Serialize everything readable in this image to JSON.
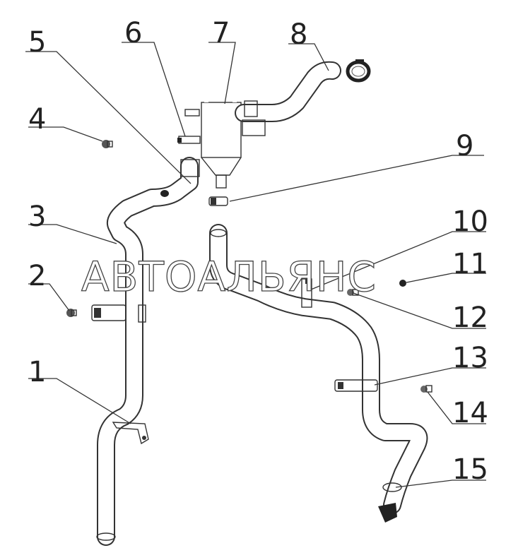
{
  "diagram": {
    "callouts": [
      "1",
      "2",
      "3",
      "4",
      "5",
      "6",
      "7",
      "8",
      "9",
      "10",
      "11",
      "12",
      "13",
      "14",
      "15"
    ],
    "watermark": "АВТОАЛЬЯНС"
  }
}
